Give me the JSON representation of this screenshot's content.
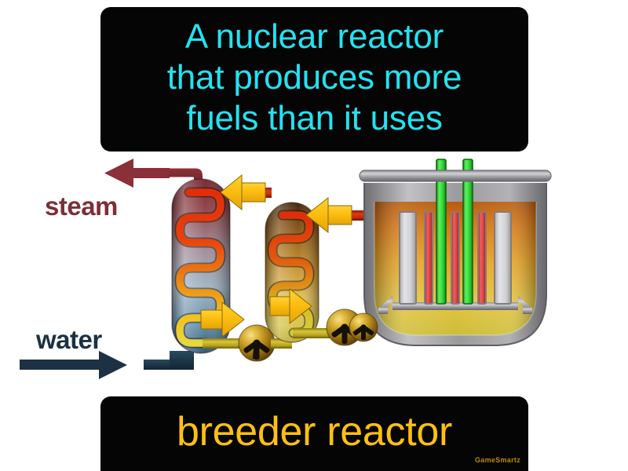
{
  "definition": {
    "text": "A nuclear reactor\nthat produces more\nfuels than it uses",
    "color": "#22E3F2",
    "background": "#050505"
  },
  "term": {
    "text": "breeder reactor",
    "color": "#FFC010",
    "background": "#050505"
  },
  "watermark": {
    "text": "GameSmartz",
    "color": "#B98A13"
  },
  "labels": {
    "steam": {
      "text": "steam",
      "color": "#7C2F37"
    },
    "water": {
      "text": "water",
      "color": "#1C3143"
    }
  },
  "diagram": {
    "title": "breeder-reactor-schematic",
    "components": [
      {
        "name": "steam-outlet-arrow",
        "type": "arrow",
        "direction": "left",
        "color": "#8B2F38",
        "label": "steam"
      },
      {
        "name": "water-inlet-arrow",
        "type": "arrow",
        "direction": "right",
        "color": "#1C3143",
        "label": "water"
      },
      {
        "name": "steam-generator",
        "type": "vessel",
        "gradient": [
          "#7A2B33",
          "#9A8090",
          "#8EA8BE",
          "#2F5C78"
        ],
        "coil_gradient": [
          "#E8340C",
          "#F07818",
          "#F5C020",
          "#E8D848"
        ]
      },
      {
        "name": "intermediate-heat-exchanger",
        "type": "vessel",
        "gradient": [
          "#4A2A10",
          "#C08020",
          "#E8C050",
          "#D8C850"
        ],
        "coil_gradient": [
          "#E03010",
          "#E88018",
          "#E8C830",
          "#D8D040"
        ]
      },
      {
        "name": "primary-pump-1",
        "type": "pump",
        "color": "#C89818",
        "symbol": "Y"
      },
      {
        "name": "primary-pump-2",
        "type": "pump",
        "color": "#C89818",
        "symbol": "Y"
      },
      {
        "name": "primary-pump-3",
        "type": "pump",
        "color": "#C89818",
        "symbol": "Y"
      },
      {
        "name": "reactor-vessel",
        "type": "reactor",
        "shell_color": "#9A9A9A",
        "core_gradient": [
          "#C86810",
          "#E89820",
          "#E8C850",
          "#D8C848"
        ]
      },
      {
        "name": "fuel-rods",
        "type": "rods",
        "count": 3,
        "color": "#E04848"
      },
      {
        "name": "control-rods",
        "type": "rods",
        "count": 2,
        "color": "#30D830"
      },
      {
        "name": "reflector-blanket",
        "type": "rods",
        "count": 2,
        "color": "#D8D8D8"
      },
      {
        "name": "hot-leg-pipe",
        "type": "pipe",
        "color": "#C82810"
      },
      {
        "name": "cold-leg-pipe",
        "type": "pipe",
        "color": "#BCA818"
      }
    ]
  }
}
